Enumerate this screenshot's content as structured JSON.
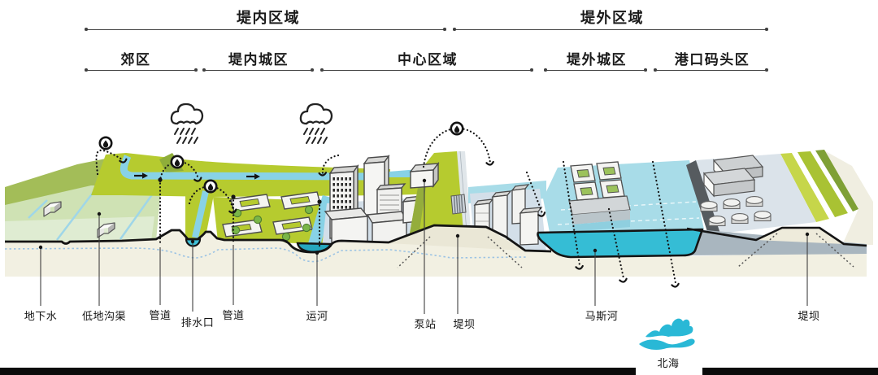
{
  "header": {
    "groups": [
      {
        "label": "堤内区域"
      },
      {
        "label": "堤外区域"
      }
    ],
    "zones": [
      {
        "label": "郊区"
      },
      {
        "label": "堤内城区"
      },
      {
        "label": "中心区域"
      },
      {
        "label": "堤外城区"
      },
      {
        "label": "港口码头区"
      }
    ]
  },
  "callouts": [
    {
      "label": "地下水"
    },
    {
      "label": "低地沟渠"
    },
    {
      "label": "管道"
    },
    {
      "label": "排水口"
    },
    {
      "label": "管道"
    },
    {
      "label": "运河"
    },
    {
      "label": "泵站"
    },
    {
      "label": "堤坝"
    },
    {
      "label": "马斯河"
    },
    {
      "label": "堤坝"
    }
  ],
  "sea": {
    "label": "北海",
    "icon": "wave-icon"
  },
  "icons": {
    "cloud_rain": "cloud-rain-icon",
    "water_drop": "water-drop-icon",
    "flow_arrow": "flow-arrow-icon",
    "seepage_arrow": "seepage-arrow-icon",
    "wave": "wave-icon"
  },
  "colors": {
    "grass_bright": "#b6cb2f",
    "grass_mid": "#94ad3c",
    "field_pale": "#cfe2b4",
    "field_light": "#dfecd2",
    "channel_water": "#88d2e6",
    "river_surface": "#a8dce8",
    "river_face": "#35bdd5",
    "platform_blue": "#d3dfe9",
    "port_platform": "#dbe3ea",
    "soil_cream": "#f2f0e2",
    "soil_gray": "#a9b6bf",
    "outline": "#141414",
    "sea_icon": "#29b8d6"
  }
}
